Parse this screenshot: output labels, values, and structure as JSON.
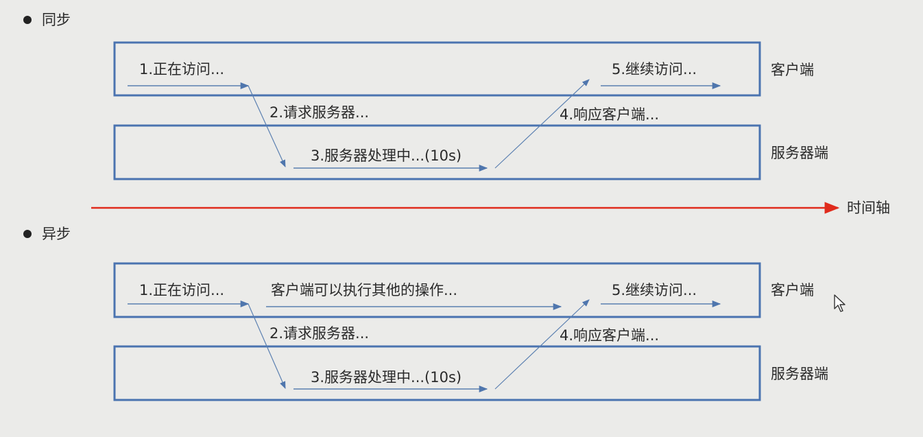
{
  "sections": {
    "sync_title": "同步",
    "async_title": "异步"
  },
  "labels": {
    "client": "客户端",
    "server": "服务器端",
    "timeline": "时间轴"
  },
  "steps": {
    "s1": "1.正在访问...",
    "s2": "2.请求服务器...",
    "s3": "3.服务器处理中...(10s)",
    "s4": "4.响应客户端...",
    "s5": "5.继续访问...",
    "async_extra": "客户端可以执行其他的操作..."
  },
  "colors": {
    "box_border": "#4a73b0",
    "arrow": "#5a7fb0",
    "timeline": "#e02b1c",
    "background": "#ebebe9"
  }
}
